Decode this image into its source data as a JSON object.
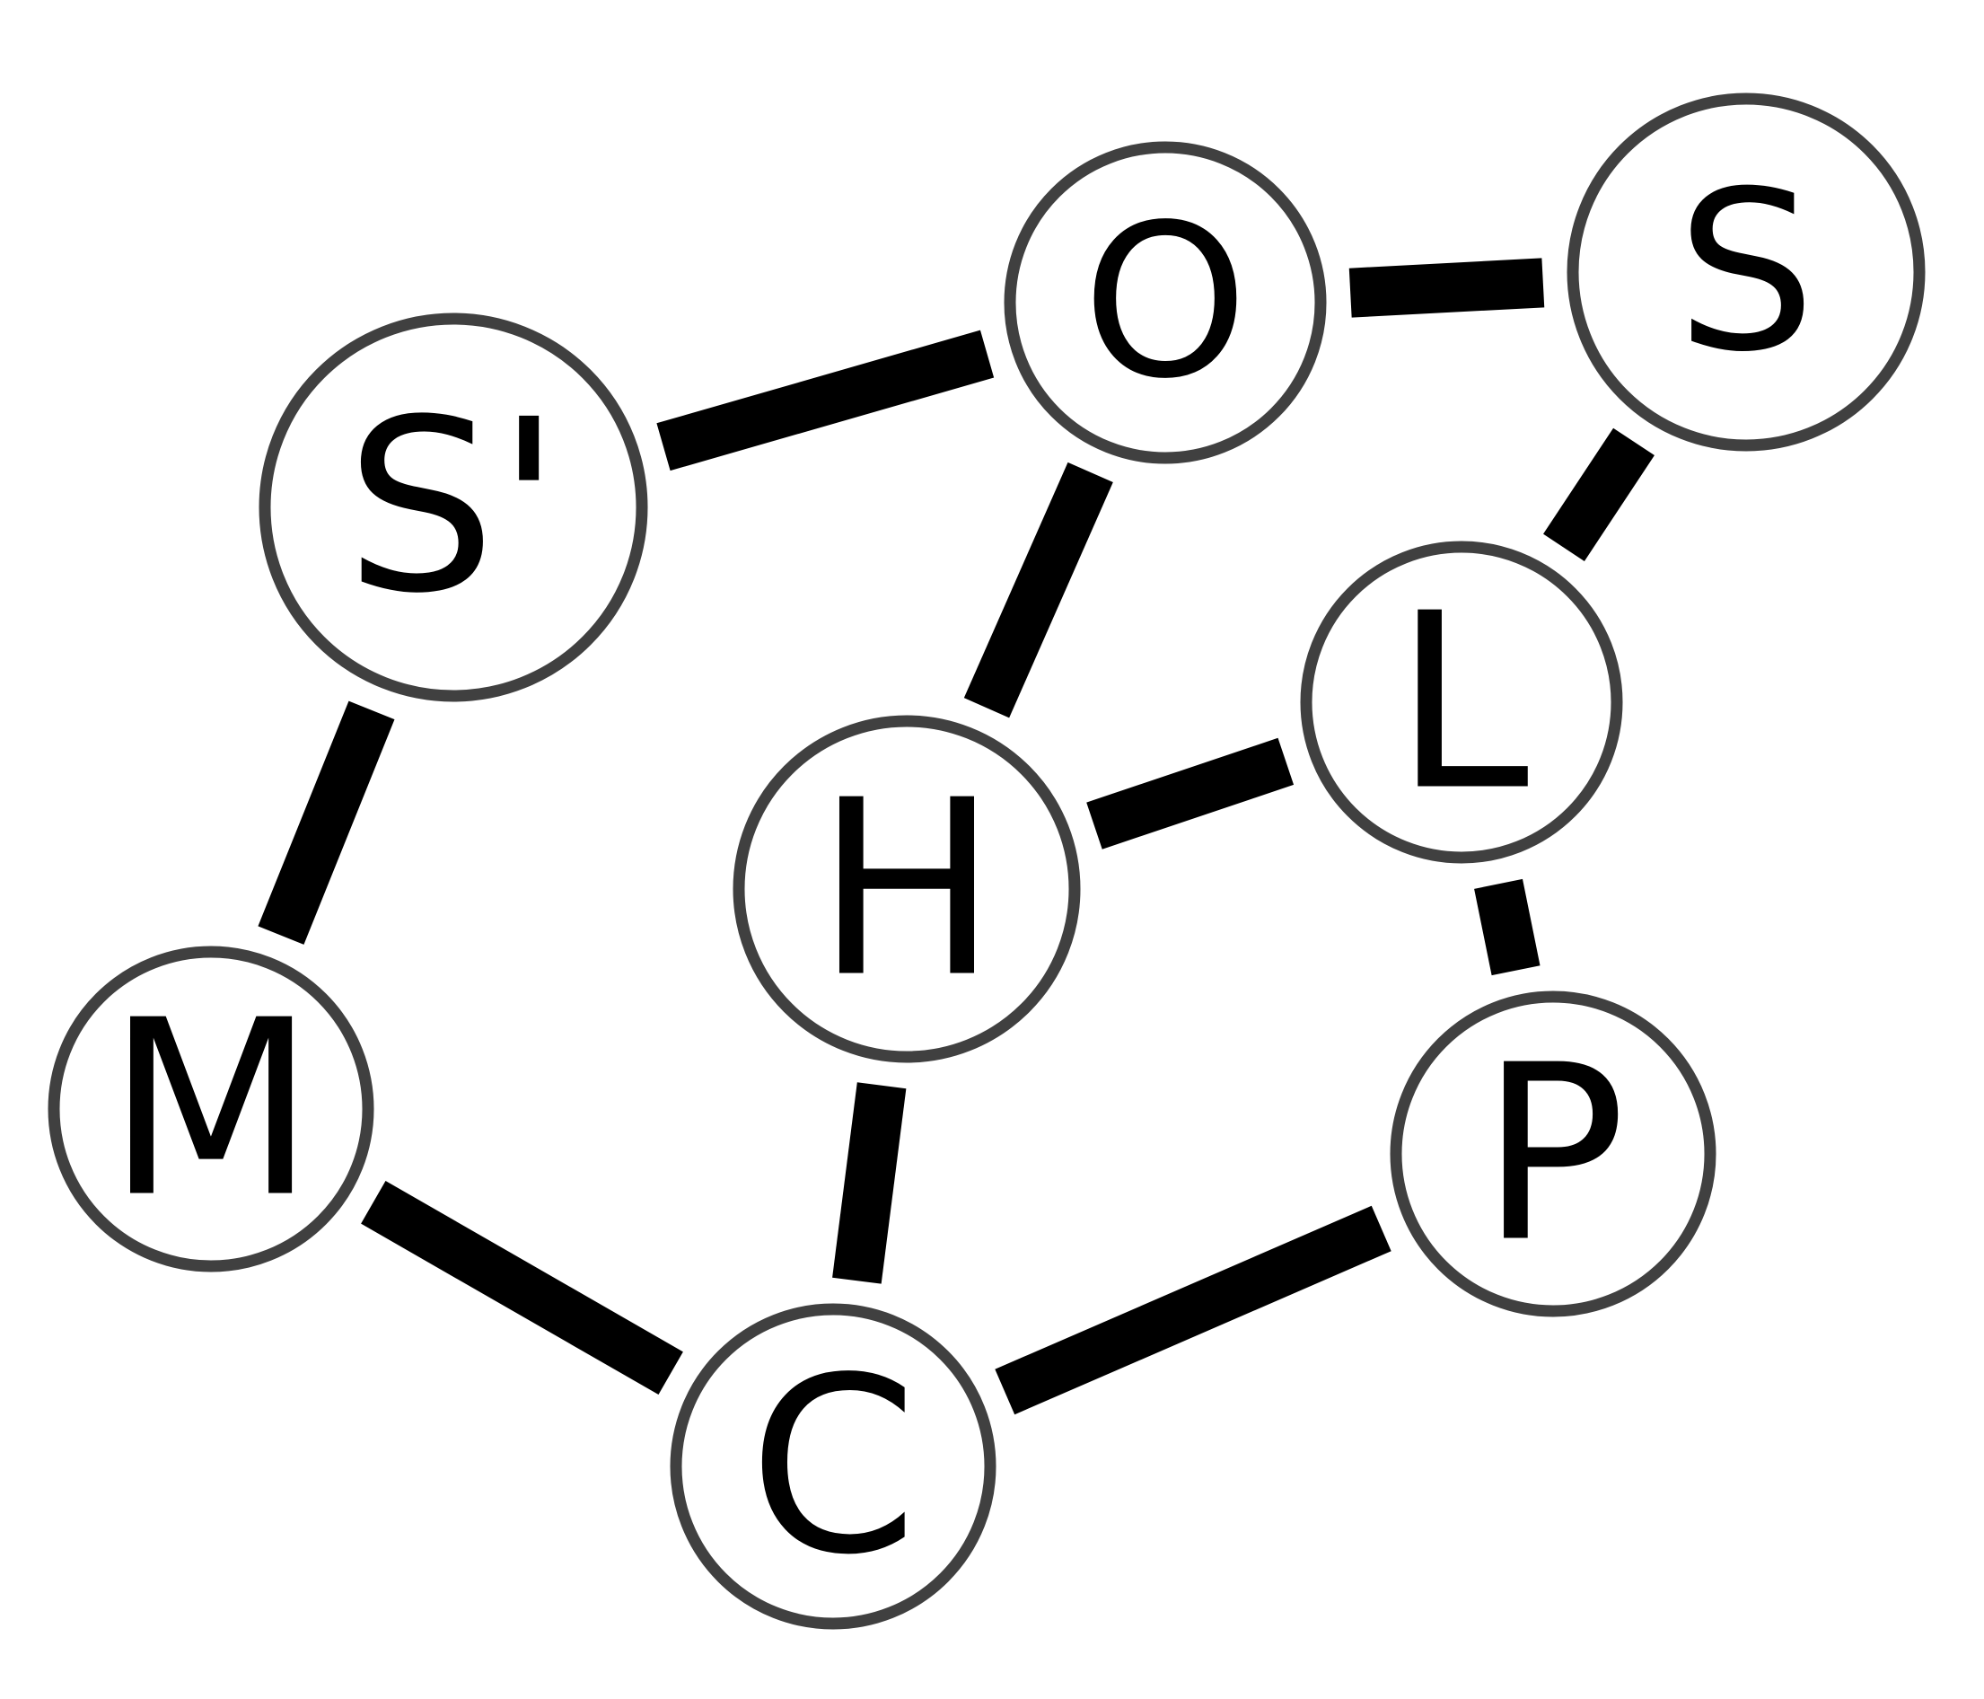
{
  "diagram": {
    "colors": {
      "edge": "#000000",
      "node_stroke": "#404040",
      "node_fill": "#ffffff",
      "label": "#000000"
    },
    "nodes": [
      {
        "id": "S_prime",
        "label": "S'"
      },
      {
        "id": "O",
        "label": "O"
      },
      {
        "id": "S",
        "label": "S"
      },
      {
        "id": "L",
        "label": "L"
      },
      {
        "id": "H",
        "label": "H"
      },
      {
        "id": "M",
        "label": "M"
      },
      {
        "id": "P",
        "label": "P"
      },
      {
        "id": "C",
        "label": "C"
      }
    ],
    "edges": [
      {
        "from": "S_prime",
        "to": "O"
      },
      {
        "from": "O",
        "to": "S"
      },
      {
        "from": "O",
        "to": "H"
      },
      {
        "from": "S",
        "to": "L"
      },
      {
        "from": "H",
        "to": "L"
      },
      {
        "from": "L",
        "to": "P"
      },
      {
        "from": "S_prime",
        "to": "M"
      },
      {
        "from": "M",
        "to": "C"
      },
      {
        "from": "H",
        "to": "C"
      },
      {
        "from": "C",
        "to": "P"
      }
    ]
  }
}
